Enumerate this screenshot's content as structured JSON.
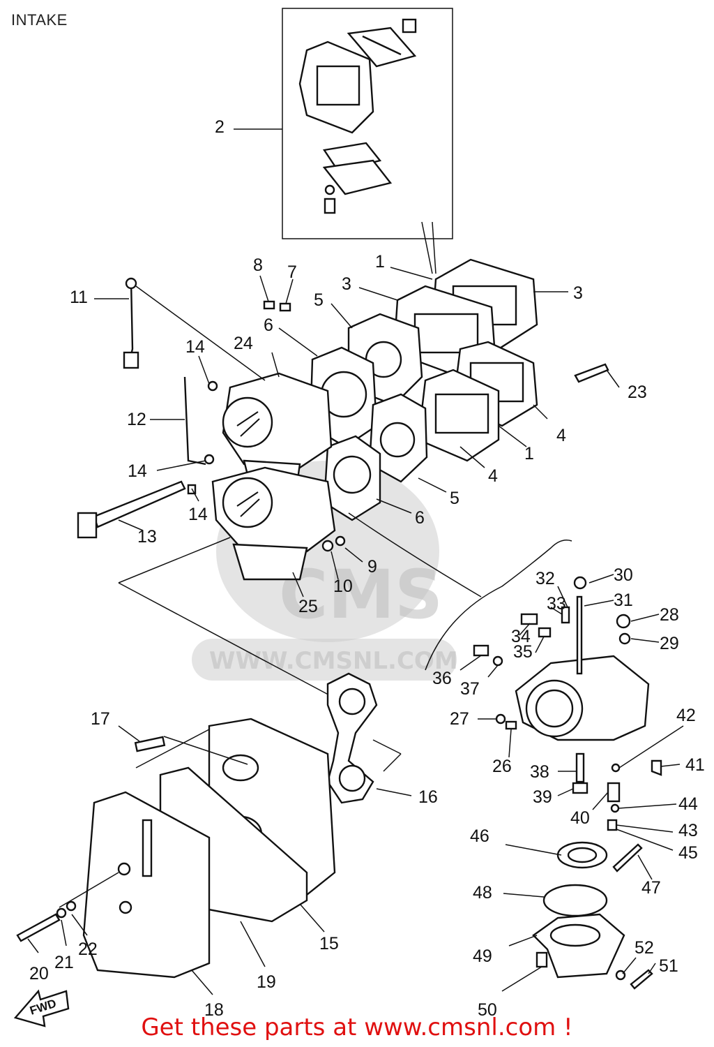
{
  "page": {
    "title": "INTAKE"
  },
  "watermark": {
    "logo": "CMS",
    "url": "WWW.CMSNL.COM"
  },
  "cta": {
    "prefix": "Get these parts at ",
    "link": "www.cmsnl.com",
    "suffix": " !"
  },
  "fwd_label": "FWD",
  "colors": {
    "line": "#111111",
    "cta": "#e01010",
    "watermark": "#c9c9c9"
  },
  "callouts": [
    "1",
    "1",
    "2",
    "3",
    "3",
    "4",
    "4",
    "5",
    "5",
    "6",
    "6",
    "7",
    "8",
    "9",
    "10",
    "11",
    "12",
    "13",
    "14",
    "14",
    "14",
    "15",
    "16",
    "17",
    "18",
    "19",
    "20",
    "21",
    "22",
    "23",
    "24",
    "25",
    "26",
    "27",
    "28",
    "29",
    "30",
    "31",
    "32",
    "33",
    "34",
    "35",
    "36",
    "37",
    "38",
    "39",
    "40",
    "41",
    "42",
    "43",
    "44",
    "45",
    "46",
    "47",
    "48",
    "49",
    "50",
    "51",
    "52"
  ]
}
